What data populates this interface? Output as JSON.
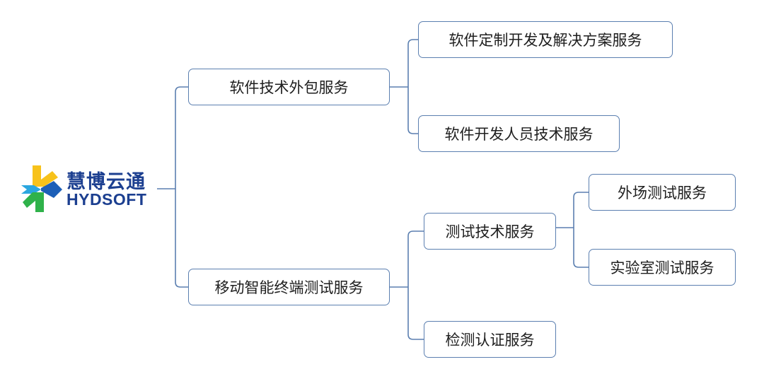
{
  "logo": {
    "name_cn": "慧博云通",
    "name_en": "HYDSOFT",
    "colors": {
      "text": "#1c3f90",
      "yellow": "#f7c21b",
      "cyan": "#2aa6df",
      "green": "#2fb24a",
      "blue": "#1c5fb8"
    }
  },
  "line_color": "#5b7fb0",
  "branches": [
    {
      "label": "软件技术外包服务",
      "children": [
        {
          "label": "软件定制开发及解决方案服务"
        },
        {
          "label": "软件开发人员技术服务"
        }
      ]
    },
    {
      "label": "移动智能终端测试服务",
      "children": [
        {
          "label": "测试技术服务",
          "children": [
            {
              "label": "外场测试服务"
            },
            {
              "label": "实验室测试服务"
            }
          ]
        },
        {
          "label": "检测认证服务"
        }
      ]
    }
  ]
}
